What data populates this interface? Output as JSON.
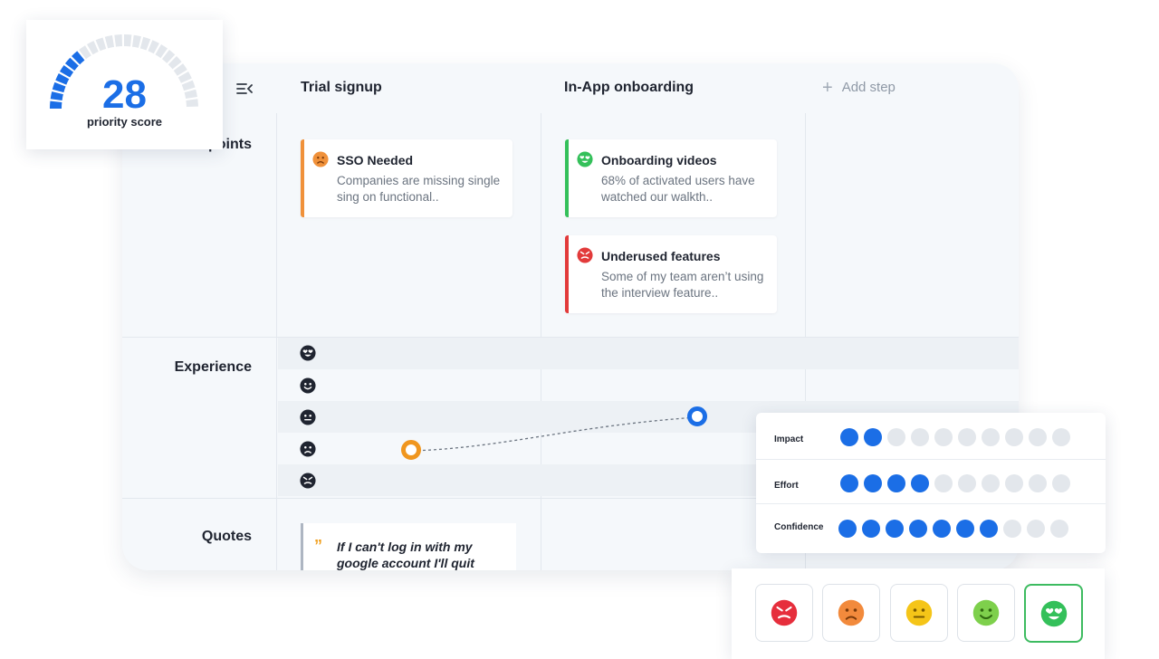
{
  "columns": [
    {
      "title": "Trial signup"
    },
    {
      "title": "In-App onboarding"
    }
  ],
  "add_step_label": "Add step",
  "rows": {
    "data_points": "Data points",
    "experience": "Experience",
    "quotes": "Quotes"
  },
  "cards": [
    {
      "title": "SSO Needed",
      "desc": "Companies are missing single sing on functional..",
      "sentiment": "sad",
      "color": "#f0913a"
    },
    {
      "title": "Onboarding videos",
      "desc": "68% of activated users have watched our walkth..",
      "sentiment": "love",
      "color": "#34c05a"
    },
    {
      "title": "Underused features",
      "desc": "Some of my team aren’t using the interview feature..",
      "sentiment": "angry",
      "color": "#e23a3a"
    }
  ],
  "quote": {
    "text": "If I can't log in with my google account I'll quit",
    "mark": "”"
  },
  "experience_levels": [
    "love",
    "happy",
    "neutral",
    "sad",
    "angry"
  ],
  "experience_points": [
    {
      "step": "Trial signup",
      "level": "sad",
      "color": "#f0961e"
    },
    {
      "step": "In-App onboarding",
      "level": "neutral",
      "color": "#1b6ee6"
    }
  ],
  "priority": {
    "score": "28",
    "label": "priority score",
    "max": 100
  },
  "ratings": [
    {
      "label": "Impact",
      "filled": 2,
      "total": 10
    },
    {
      "label": "Effort",
      "filled": 4,
      "total": 10
    },
    {
      "label": "Confidence",
      "filled": 7,
      "total": 10
    }
  ],
  "emoji_scale": [
    {
      "name": "angry",
      "color": "#e62e3c",
      "selected": false
    },
    {
      "name": "sad",
      "color": "#f28a3c",
      "selected": false
    },
    {
      "name": "neutral",
      "color": "#f5c518",
      "selected": false
    },
    {
      "name": "happy",
      "color": "#7ed04c",
      "selected": false
    },
    {
      "name": "love",
      "color": "#34c05a",
      "selected": true
    }
  ],
  "colors": {
    "accent": "#1b6ee6",
    "dot_empty": "#e3e7ec"
  }
}
